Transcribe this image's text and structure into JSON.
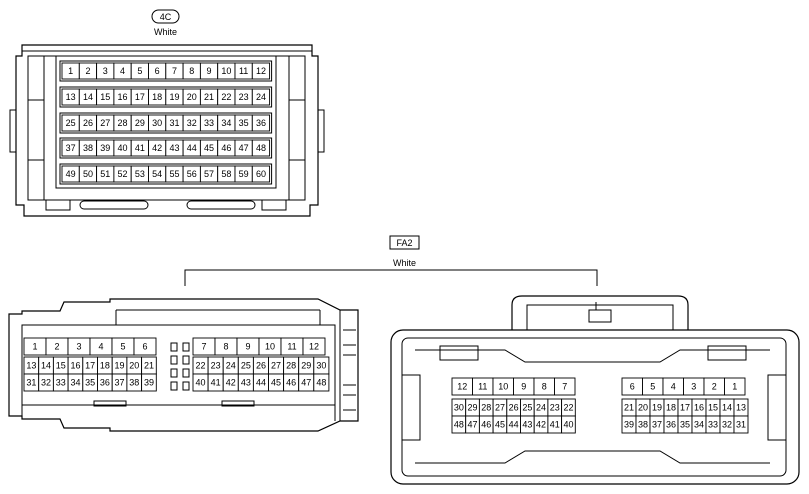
{
  "connectors": {
    "c4c": {
      "code": "4C",
      "color": "White",
      "pin_rows": [
        [
          "1",
          "2",
          "3",
          "4",
          "5",
          "6",
          "7",
          "8",
          "9",
          "10",
          "11",
          "12"
        ],
        [
          "13",
          "14",
          "15",
          "16",
          "17",
          "18",
          "19",
          "20",
          "21",
          "22",
          "23",
          "24"
        ],
        [
          "25",
          "26",
          "27",
          "28",
          "29",
          "30",
          "31",
          "32",
          "33",
          "34",
          "35",
          "36"
        ],
        [
          "37",
          "38",
          "39",
          "40",
          "41",
          "42",
          "43",
          "44",
          "45",
          "46",
          "47",
          "48"
        ],
        [
          "49",
          "50",
          "51",
          "52",
          "53",
          "54",
          "55",
          "56",
          "57",
          "58",
          "59",
          "60"
        ]
      ]
    },
    "fa2": {
      "code": "FA2",
      "color": "White",
      "left": {
        "group_a": [
          [
            "1",
            "2",
            "3",
            "4",
            "5",
            "6"
          ],
          [
            "13",
            "14",
            "15",
            "16",
            "17",
            "18",
            "19",
            "20",
            "21"
          ],
          [
            "31",
            "32",
            "33",
            "34",
            "35",
            "36",
            "37",
            "38",
            "39"
          ]
        ],
        "group_b": [
          [
            "7",
            "8",
            "9",
            "10",
            "11",
            "12"
          ],
          [
            "22",
            "23",
            "24",
            "25",
            "26",
            "27",
            "28",
            "29",
            "30"
          ],
          [
            "40",
            "41",
            "42",
            "43",
            "44",
            "45",
            "46",
            "47",
            "48"
          ]
        ]
      },
      "right": {
        "group_a": [
          [
            "12",
            "11",
            "10",
            "9",
            "8",
            "7"
          ],
          [
            "30",
            "29",
            "28",
            "27",
            "26",
            "25",
            "24",
            "23",
            "22"
          ],
          [
            "48",
            "47",
            "46",
            "45",
            "44",
            "43",
            "42",
            "41",
            "40"
          ]
        ],
        "group_b": [
          [
            "6",
            "5",
            "4",
            "3",
            "2",
            "1"
          ],
          [
            "21",
            "20",
            "19",
            "18",
            "17",
            "16",
            "15",
            "14",
            "13"
          ],
          [
            "39",
            "38",
            "37",
            "36",
            "35",
            "34",
            "33",
            "32",
            "31"
          ]
        ]
      }
    }
  }
}
